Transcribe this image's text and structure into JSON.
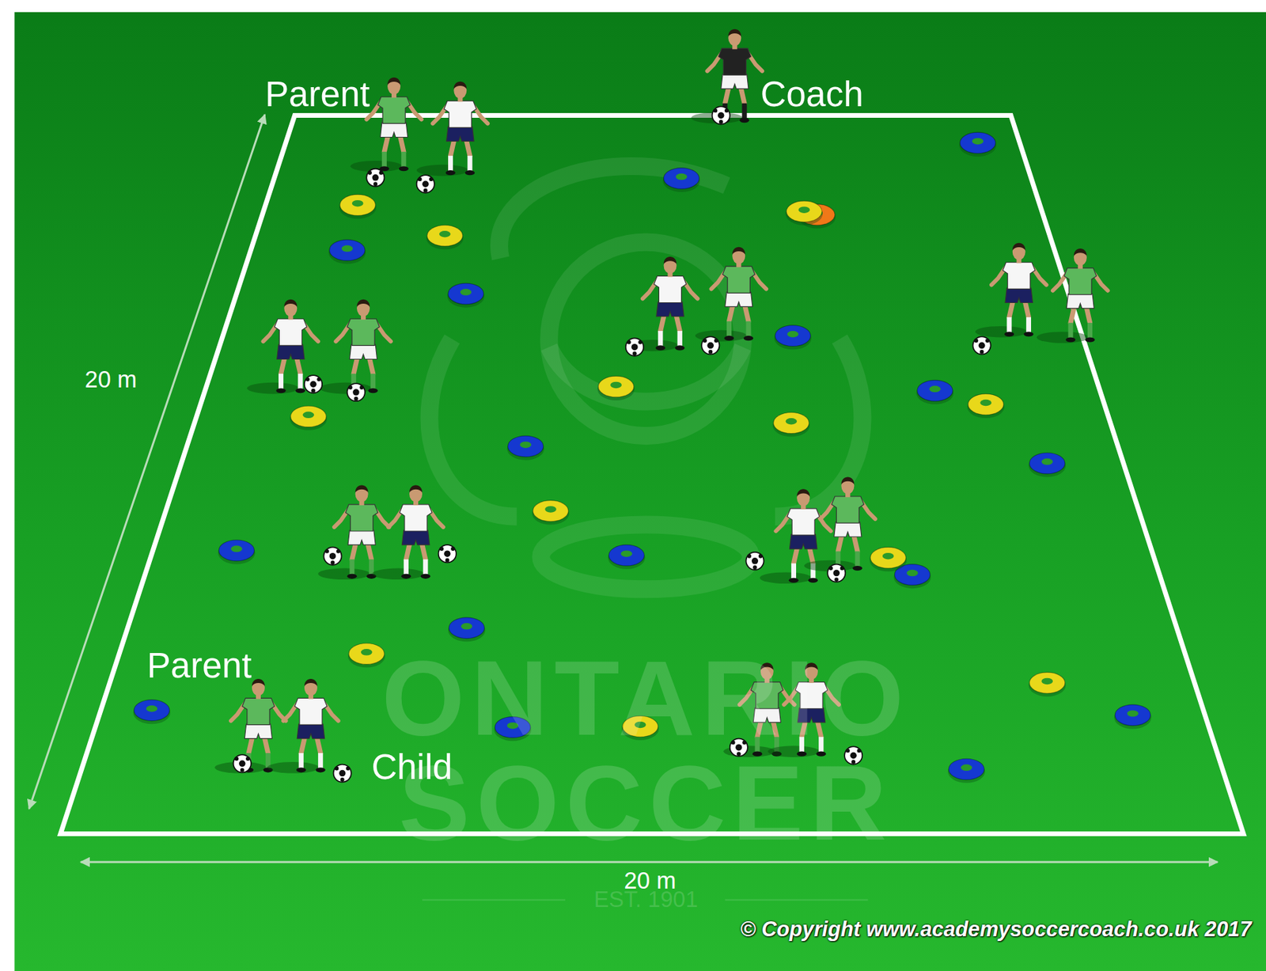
{
  "diagram": {
    "labels": [
      "Parent",
      "Coach",
      "Parent",
      "Child",
      "20 m",
      "20 m",
      "ONTARIO",
      "SOCCER",
      "EST. 1901",
      "© Copyright www.academysoccercoach.co.uk 2017"
    ]
  }
}
